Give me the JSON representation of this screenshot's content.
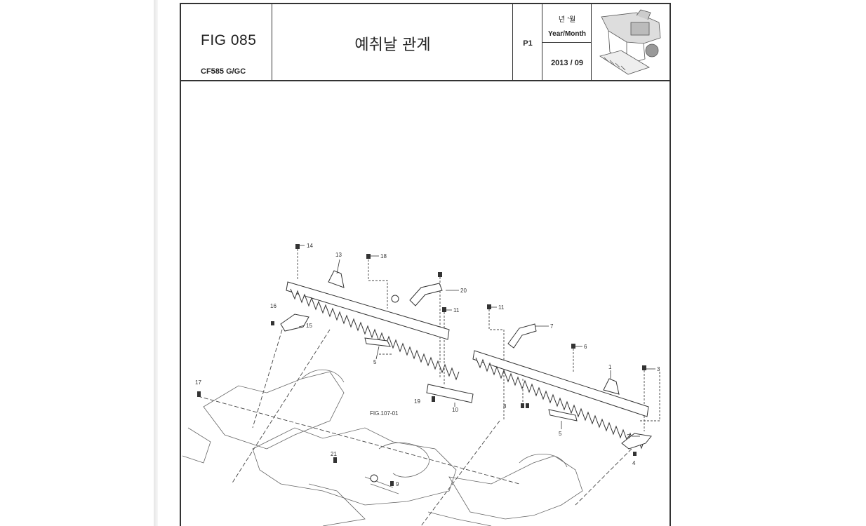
{
  "header": {
    "fig_number": "FIG 085",
    "model": "CF585 G/GC",
    "title": "예취날 관계",
    "page": "P1",
    "year_month_korean": "년 '월",
    "year_month_english": "Year/Month",
    "date": "2013 / 09"
  },
  "drawing": {
    "callouts": [
      "14",
      "13",
      "18",
      "20",
      "11",
      "11",
      "7",
      "6",
      "3",
      "1",
      "16",
      "15",
      "5",
      "17",
      "19",
      "10",
      "8",
      "5",
      "2",
      "4",
      "21",
      "9"
    ],
    "reference": "FIG.107-01"
  }
}
